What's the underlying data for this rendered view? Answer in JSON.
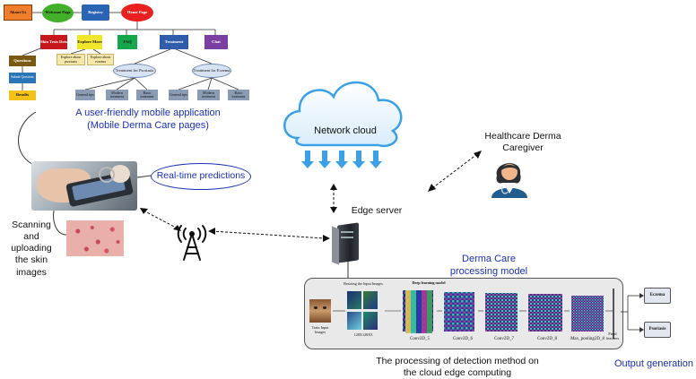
{
  "app": {
    "top_row": [
      "About Us",
      "Welcome Page",
      "Registry",
      "Home Page"
    ],
    "mid_row": [
      "Skin Tests Dots",
      "Explore More",
      "FAQ",
      "Treatment",
      "Chat"
    ],
    "questions": "Questions",
    "submit": "Submit Questions",
    "results": "Results",
    "explore_sub": [
      "Explore about psoriasis",
      "Explore about eczema"
    ],
    "treat_sub": [
      "Treatment for Psoriasis",
      "Treatment for Eczema"
    ],
    "leaves": [
      "General tips",
      "Modern treatment",
      "Basic treatment",
      "General tips",
      "Modern treatment",
      "Basic treatment"
    ]
  },
  "captions": {
    "app_line1": "A user-friendly mobile application",
    "app_line2": "(Mobile Derma Care pages)",
    "realtime": "Real-time predictions",
    "scan": [
      "Scanning",
      "and",
      "uploading",
      "the skin",
      "images"
    ],
    "network": "Network cloud",
    "edge": "Edge server",
    "caregiver_line1": "Healthcare  Derma",
    "caregiver_line2": "Caregiver",
    "model_line1": "Derma Care",
    "model_line2": "processing model",
    "process_line1": "The processing of detection method on",
    "process_line2": "the cloud edge computing",
    "output": "Output generation"
  },
  "model": {
    "resize": "Resizing the Input Images",
    "deep": "Deep learning model",
    "input_label": [
      "Train Input",
      "Images"
    ],
    "size": "128X128X3",
    "layers": [
      "Conv2D_5",
      "Conv2D_6",
      "Conv2D_7",
      "Conv2D_8",
      "Max_pooling2D_8"
    ],
    "final": [
      "Final",
      "features"
    ],
    "outputs": [
      "Eczema",
      "Psoriasis"
    ]
  },
  "colors": {
    "caption_blue": "#1a2fb8",
    "about_orange": "#f07d2a",
    "welcome_green": "#43b02a",
    "registry_blue": "#2b63b5",
    "home_red": "#e8201e",
    "skin_red": "#c8161d",
    "explore_yellow": "#f3e52a",
    "faq_green": "#14a64a",
    "treat_blue": "#2f5dab",
    "chat_purple": "#7a3fa0",
    "cloud_blue": "#3aa0e8",
    "leaf_gray": "#8a9bb3",
    "box_gray": "#e9e9e9"
  }
}
